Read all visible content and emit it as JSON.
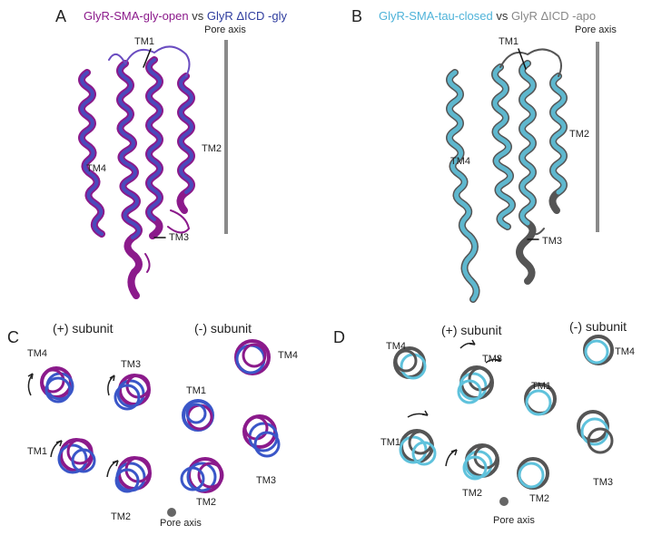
{
  "panels": {
    "A": {
      "letter": "A",
      "title_part1": "GlyR-SMA-gly-open",
      "title_vs": " vs ",
      "title_part2": "GlyR ΔICD -gly",
      "pore_axis": "Pore axis",
      "tm_labels": {
        "tm1": "TM1",
        "tm2": "TM2",
        "tm3": "TM3",
        "tm4": "TM4"
      }
    },
    "B": {
      "letter": "B",
      "title_part1": "GlyR-SMA-tau-closed",
      "title_vs": " vs ",
      "title_part2": "GlyR ΔICD -apo",
      "pore_axis": "Pore axis",
      "tm_labels": {
        "tm1": "TM1",
        "tm2": "TM2",
        "tm3": "TM3",
        "tm4": "TM4"
      }
    },
    "C": {
      "letter": "C",
      "plus_subunit": "(+) subunit",
      "minus_subunit": "(-) subunit",
      "pore_axis": "Pore axis",
      "plus_tm": {
        "tm1": "TM1",
        "tm2": "TM2",
        "tm3": "TM3",
        "tm4": "TM4"
      },
      "minus_tm": {
        "tm1": "TM1",
        "tm2": "TM2",
        "tm3": "TM3",
        "tm4": "TM4"
      }
    },
    "D": {
      "letter": "D",
      "plus_subunit": "(+) subunit",
      "minus_subunit": "(-) subunit",
      "pore_axis": "Pore axis",
      "plus_tm": {
        "tm1": "TM1",
        "tm2": "TM2",
        "tm3": "TM3",
        "tm4": "TM4"
      },
      "minus_tm": {
        "tm2": "TM2",
        "tm3": "TM3",
        "tm4": "TM4"
      }
    }
  },
  "colors": {
    "purple": "#8b1a8b",
    "blue": "#3a56c8",
    "cyan": "#5fc2dc",
    "gray": "#555555",
    "pore_axis_bar": "#8a8a8a",
    "title_a1": "#8b1a8b",
    "title_a2": "#2e3c9e",
    "title_b1": "#4fb3d9",
    "title_b2": "#888888"
  }
}
